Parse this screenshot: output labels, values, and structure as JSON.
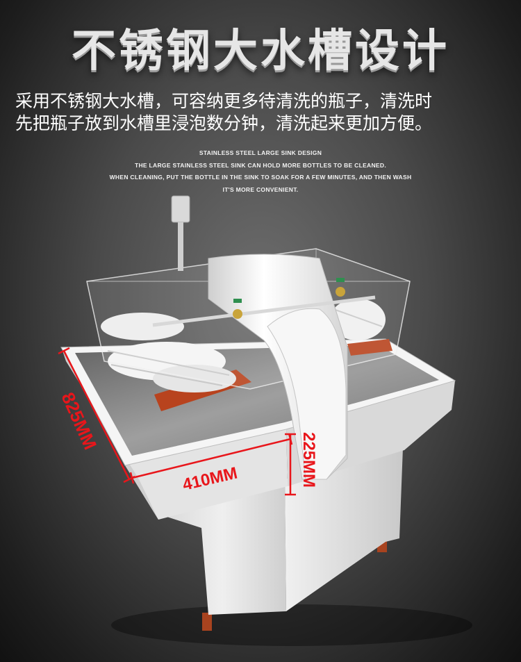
{
  "headline": "不锈钢大水槽设计",
  "description": {
    "line1": "采用不锈钢大水槽，可容纳更多待清洗的瓶子，清洗时",
    "line2": "先把瓶子放到水槽里浸泡数分钟，清洗起来更加方便。"
  },
  "english": {
    "line1": "STAINLESS STEEL LARGE SINK DESIGN",
    "line2": "THE LARGE STAINLESS STEEL SINK CAN HOLD MORE BOTTLES TO BE CLEANED.",
    "line3": "WHEN CLEANING, PUT THE BOTTLE IN THE SINK TO SOAK FOR A FEW MINUTES, AND THEN WASH",
    "line4": "IT'S MORE CONVENIENT."
  },
  "dimensions": {
    "length": "825MM",
    "width": "410MM",
    "depth": "225MM"
  },
  "colors": {
    "dimension_red": "#e8161b",
    "steel": "#e9e9e9",
    "brush_base": "#b8431e"
  }
}
